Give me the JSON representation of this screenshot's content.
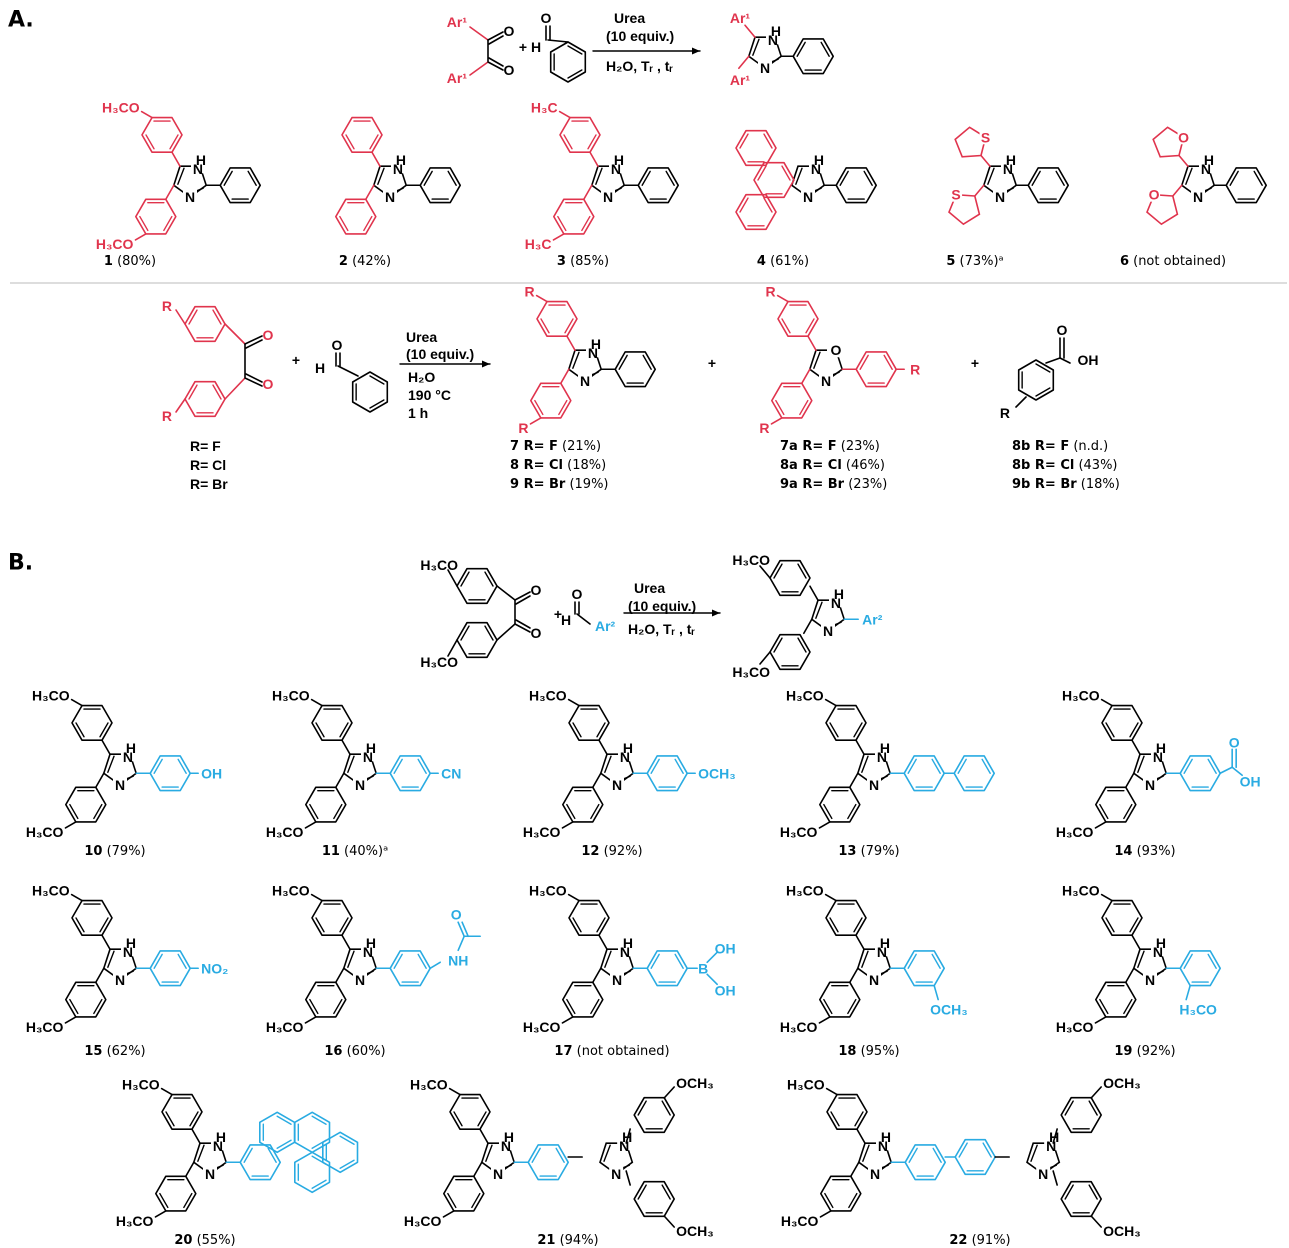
{
  "colors": {
    "ink": "#000000",
    "red": "#e0344d",
    "blue": "#29abe2",
    "rule": "#bbbbbb"
  },
  "sections": {
    "a": "A.",
    "b": "B."
  },
  "conditions": {
    "reagent": "Urea",
    "equiv": "(10 equiv.)",
    "solvent": "H₂O",
    "temp": "190 °C",
    "time": "1 h",
    "generic": "H₂O, Tᵣ , tᵣ"
  },
  "labels": {
    "ar1": "Ar¹",
    "ar2": "Ar²",
    "nh": "NH",
    "n": "N",
    "o": "O",
    "s": "S",
    "h": "H",
    "oh": "OH",
    "cn": "CN",
    "ome": "OCH₃",
    "meo": "H₃CO",
    "me": "H₃C",
    "no2": "NO₂",
    "b": "B",
    "r": "R",
    "plus": "+"
  },
  "r_groups": [
    "R= F",
    "R= Cl",
    "R= Br"
  ],
  "captions_a": [
    {
      "num": "1",
      "text": " (80%)"
    },
    {
      "num": "2",
      "text": " (42%)"
    },
    {
      "num": "3",
      "text": " (85%)"
    },
    {
      "num": "4",
      "text": " (61%)"
    },
    {
      "num": "5",
      "text": " (73%)ᵃ"
    },
    {
      "num": "6",
      "text": " (not obtained)"
    }
  ],
  "products_halo": {
    "imid": [
      {
        "num": "7",
        "r": "R= F",
        "yield": " (21%)"
      },
      {
        "num": "8",
        "r": "R= Cl",
        "yield": " (18%)"
      },
      {
        "num": "9",
        "r": "R= Br",
        "yield": " (19%)"
      }
    ],
    "oxaz": [
      {
        "num": "7a",
        "r": "R= F",
        "yield": " (23%)"
      },
      {
        "num": "8a",
        "r": "R= Cl",
        "yield": " (46%)"
      },
      {
        "num": "9a",
        "r": "R= Br",
        "yield": " (23%)"
      }
    ],
    "acid": [
      {
        "num": "8b",
        "r": "R= F",
        "yield": " (n.d.)"
      },
      {
        "num": "8b",
        "r": "R= Cl",
        "yield": " (43%)"
      },
      {
        "num": "9b",
        "r": "R= Br",
        "yield": " (18%)"
      }
    ]
  },
  "captions_b": [
    {
      "num": "10",
      "text": " (79%)"
    },
    {
      "num": "11",
      "text": " (40%)ᵃ"
    },
    {
      "num": "12",
      "text": " (92%)"
    },
    {
      "num": "13",
      "text": " (79%)"
    },
    {
      "num": "14",
      "text": " (93%)"
    },
    {
      "num": "15",
      "text": " (62%)"
    },
    {
      "num": "16",
      "text": " (60%)"
    },
    {
      "num": "17",
      "text": " (not obtained)"
    },
    {
      "num": "18",
      "text": " (95%)"
    },
    {
      "num": "19",
      "text": " (92%)"
    },
    {
      "num": "20",
      "text": " (55%)"
    },
    {
      "num": "21",
      "text": " (94%)"
    },
    {
      "num": "22",
      "text": " (91%)"
    }
  ]
}
